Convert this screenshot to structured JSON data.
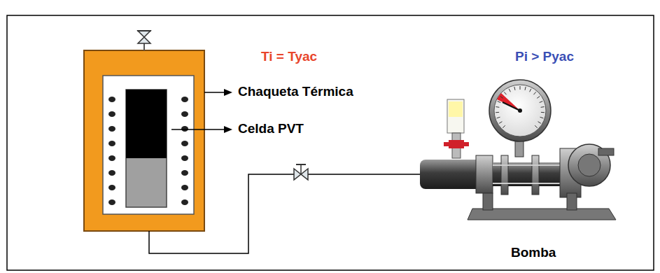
{
  "diagram": {
    "labels": [
      "Ti = Tyac",
      "Chaqueta Térmica",
      "Celda PVT",
      "Pi > Pyac",
      "Bomba"
    ]
  }
}
